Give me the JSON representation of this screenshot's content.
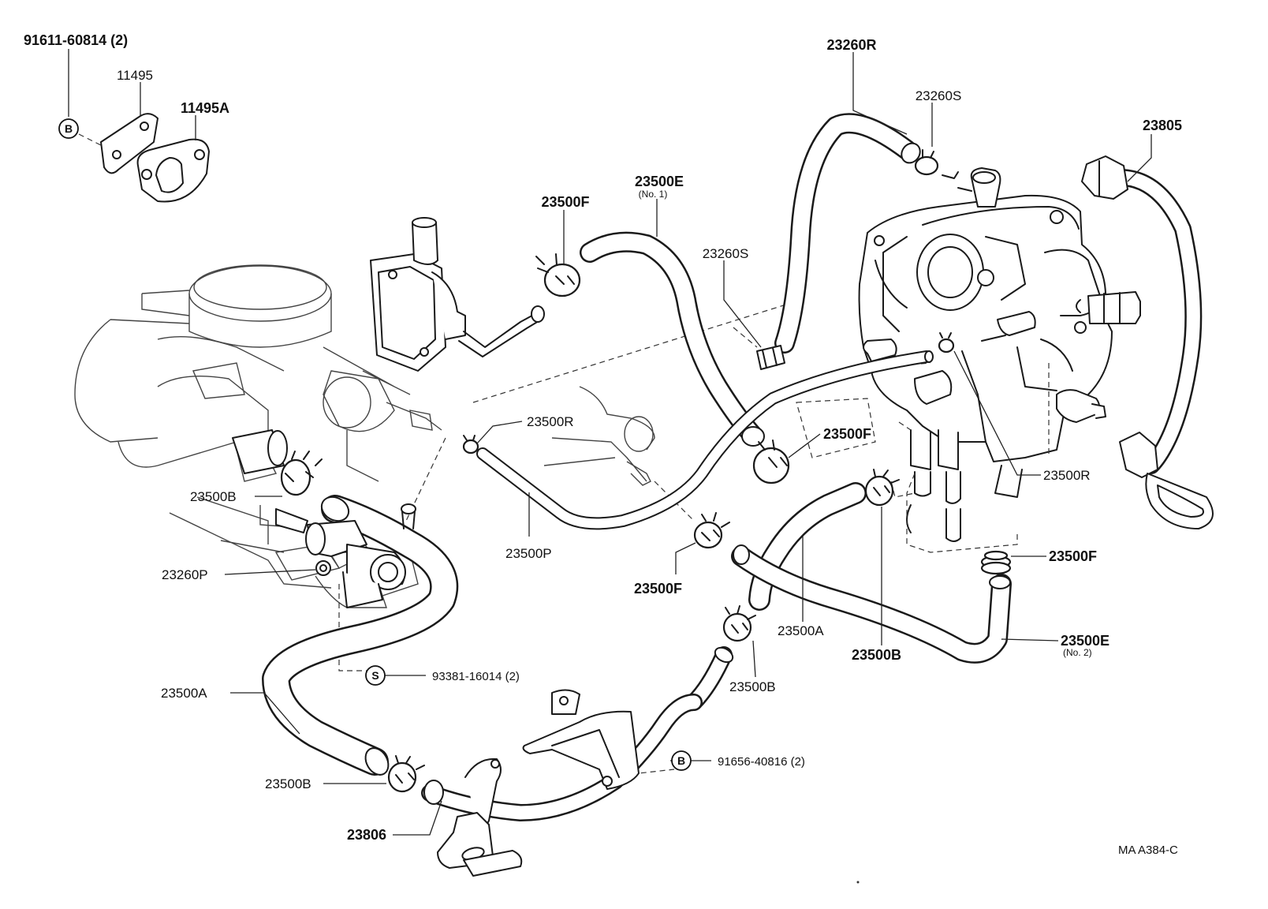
{
  "labels": {
    "p91611": "91611-60814 (2)",
    "p11495": "11495",
    "p11495a": "11495A",
    "p23260r": "23260R",
    "p23260s_top": "23260S",
    "p23805": "23805",
    "p23500e_1": "23500E",
    "p23500e_1_sub": "(No. 1)",
    "p23500f_top": "23500F",
    "p23260s_mid": "23260S",
    "p23500r_left": "23500R",
    "p23500f_mid": "23500F",
    "p23500r_right": "23500R",
    "p23500b_left": "23500B",
    "p23500p": "23500P",
    "p23260p": "23260P",
    "p23500f_low": "23500F",
    "p23500f_right": "23500F",
    "p23500a_right": "23500A",
    "p23500b_right": "23500B",
    "p23500e_2": "23500E",
    "p23500e_2_sub": "(No. 2)",
    "p93381": "93381-16014 (2)",
    "p23500b_mid": "23500B",
    "p23500a_left": "23500A",
    "p23500b_low": "23500B",
    "p91656": "91656-40816 (2)",
    "p23806": "23806",
    "catalog_code": "MA  A384-C"
  },
  "symbols": {
    "bolt_b": "B",
    "screw_s": "S"
  }
}
